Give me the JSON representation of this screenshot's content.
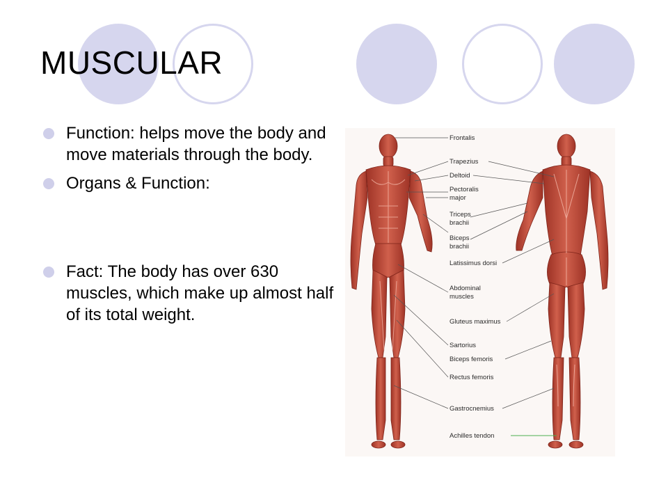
{
  "title": "MUSCULAR",
  "bullets": [
    {
      "text": "Function: helps move the body and move materials through the body."
    },
    {
      "text": "Organs & Function:"
    },
    {
      "text": "Fact: The body has over 630 muscles, which make up almost half of its total weight."
    }
  ],
  "figure": {
    "labels": [
      {
        "text": "Frontalis"
      },
      {
        "text": "Trapezius"
      },
      {
        "text": "Deltoid"
      },
      {
        "text": "Pectoralis"
      },
      {
        "text": "major"
      },
      {
        "text": "Triceps"
      },
      {
        "text": "brachii"
      },
      {
        "text": "Biceps"
      },
      {
        "text": "brachii"
      },
      {
        "text": "Latissimus dorsi"
      },
      {
        "text": "Abdominal"
      },
      {
        "text": "muscles"
      },
      {
        "text": "Gluteus maximus"
      },
      {
        "text": "Sartorius"
      },
      {
        "text": "Biceps femoris"
      },
      {
        "text": "Rectus femoris"
      },
      {
        "text": "Gastrocnemius"
      },
      {
        "text": "Achilles tendon"
      }
    ],
    "colors": {
      "muscle": "#c0493a",
      "muscle_dark": "#8f2a20",
      "muscle_light": "#e08b78",
      "leader": "#555555",
      "tendon_leader": "#4caf50"
    }
  },
  "decor": {
    "circle_color": "#d6d6ee"
  }
}
